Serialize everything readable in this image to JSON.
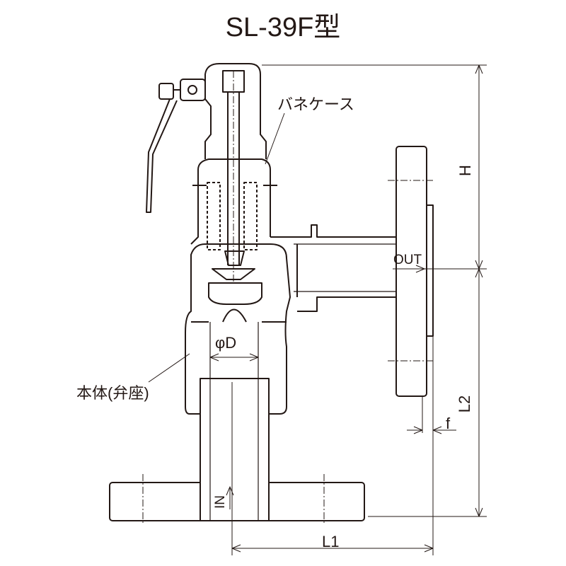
{
  "title": "SL-39F型",
  "labels": {
    "spring_case": "バネケース",
    "body_seat": "本体(弁座)",
    "outlet": "OUT",
    "inlet": "IN",
    "bore_diameter": "φD",
    "dim_height": "H",
    "dim_l2": "L2",
    "dim_l1": "L1",
    "dim_f": "f"
  },
  "colors": {
    "line": "#231815",
    "background": "#ffffff"
  }
}
